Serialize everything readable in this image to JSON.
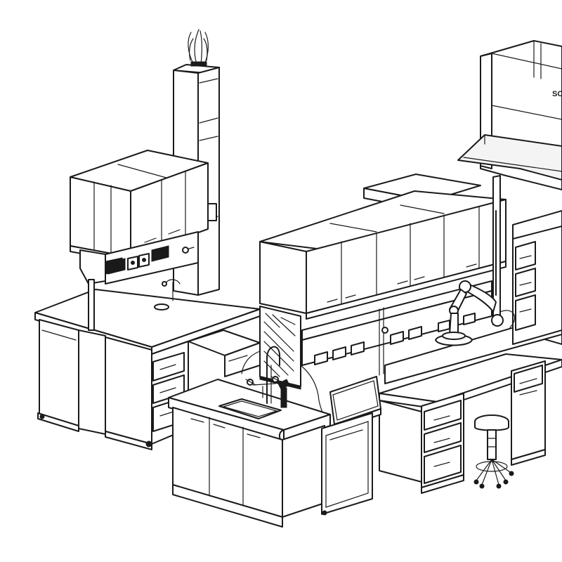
{
  "figure": {
    "kind": "isometric line drawing of laboratory casework and furniture",
    "hood_label": "SC"
  },
  "colors": {
    "line": "#1a1a1a",
    "fill": "#ffffff",
    "background": "#ffffff"
  },
  "components": [
    "service-column",
    "wall-cabinets-left",
    "service-panel-outlets",
    "left-island-bench",
    "base-cabinet-drawers",
    "fume-hood",
    "wall-cabinets-center",
    "reagent-shelf-with-outlets",
    "pegboard-drying-rack",
    "gooseneck-faucet",
    "sink",
    "sink-base-cabinet",
    "monitor-screen",
    "under-counter-cabinet",
    "articulated-fume-extractor-arm",
    "right-bench-drawers",
    "right-back-bench",
    "lab-stool"
  ]
}
